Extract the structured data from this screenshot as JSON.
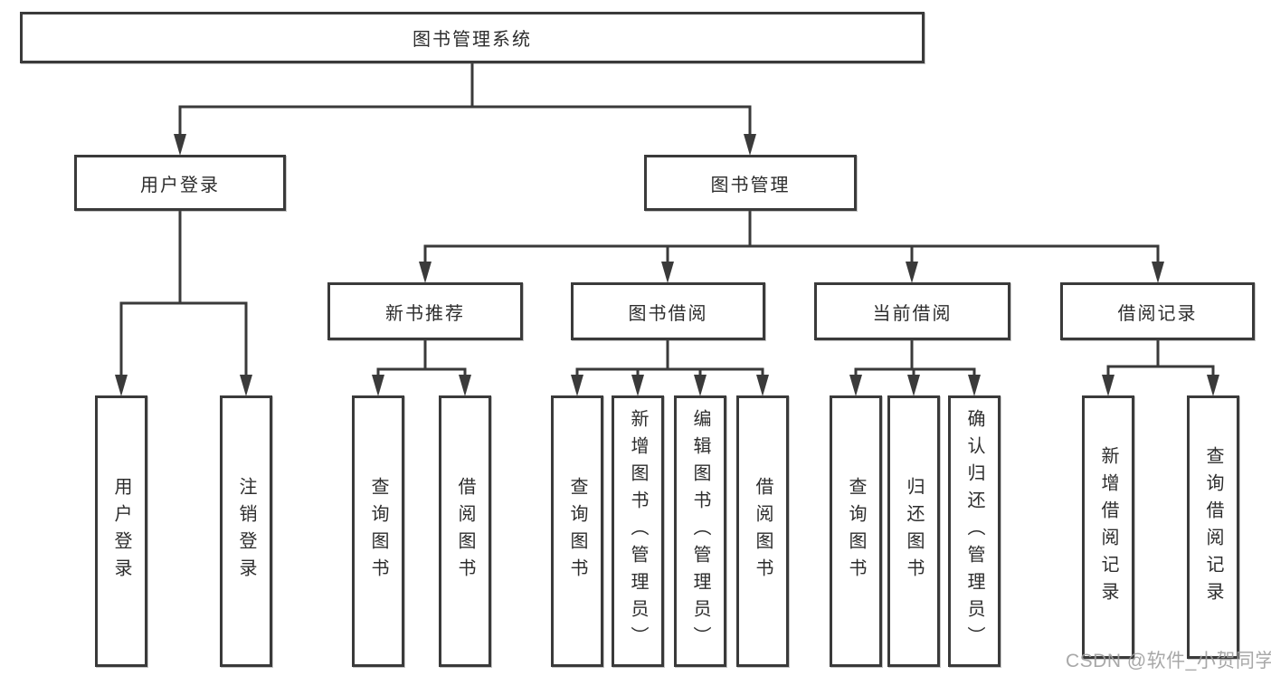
{
  "tree": {
    "label": "图书管理系统",
    "children": [
      {
        "label": "用户登录",
        "children": [
          {
            "label": "用户登录"
          },
          {
            "label": "注销登录"
          }
        ]
      },
      {
        "label": "图书管理",
        "children": [
          {
            "label": "新书推荐",
            "children": [
              {
                "label": "查询图书"
              },
              {
                "label": "借阅图书"
              }
            ]
          },
          {
            "label": "图书借阅",
            "children": [
              {
                "label": "查询图书"
              },
              {
                "label": "新增图书（管理员）"
              },
              {
                "label": "编辑图书（管理员）"
              },
              {
                "label": "借阅图书"
              }
            ]
          },
          {
            "label": "当前借阅",
            "children": [
              {
                "label": "查询图书"
              },
              {
                "label": "归还图书"
              },
              {
                "label": "确认归还（管理员）"
              }
            ]
          },
          {
            "label": "借阅记录",
            "children": [
              {
                "label": "新增借阅记录"
              },
              {
                "label": "查询借阅记录"
              }
            ]
          }
        ]
      }
    ]
  },
  "watermark": {
    "text": "CSDN @软件_小贺同学"
  },
  "colors": {
    "line": "#3a3a3a",
    "text": "#2d2d2d",
    "watermark": "#9e9e9e",
    "background": "#ffffff"
  }
}
